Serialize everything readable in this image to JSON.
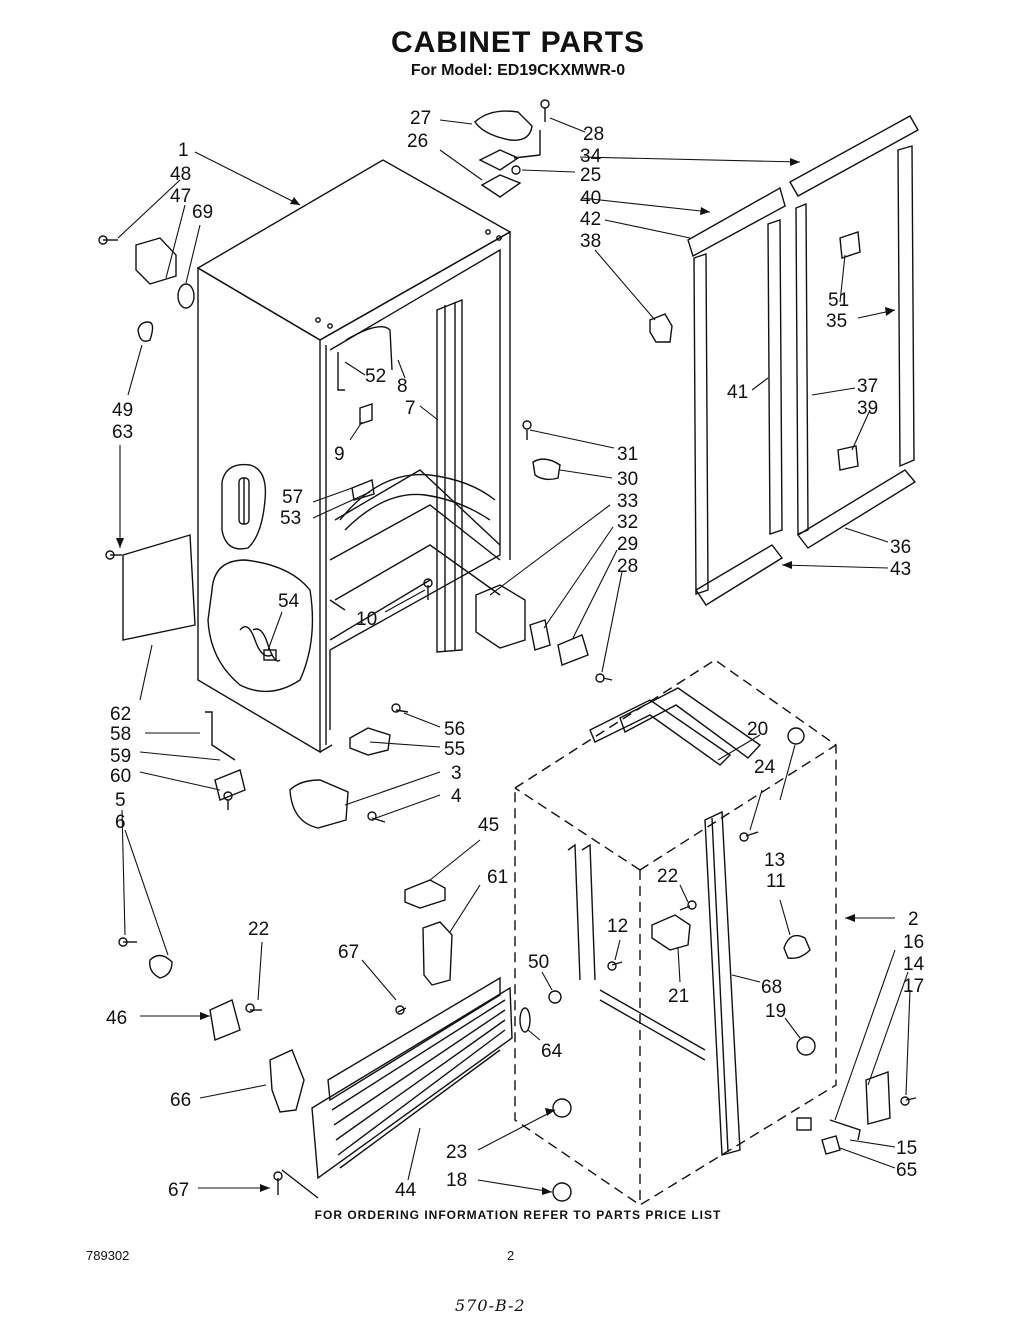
{
  "title": "CABINET PARTS",
  "subtitle": "For Model: ED19CKXMWR-0",
  "callouts": [
    "1",
    "48",
    "47",
    "69",
    "49",
    "63",
    "62",
    "58",
    "59",
    "60",
    "5",
    "6",
    "22",
    "46",
    "66",
    "67",
    "67",
    "44",
    "23",
    "18",
    "27",
    "26",
    "28",
    "34",
    "25",
    "40",
    "42",
    "38",
    "52",
    "8",
    "7",
    "9",
    "57",
    "53",
    "54",
    "10",
    "31",
    "30",
    "33",
    "32",
    "29",
    "28",
    "51",
    "35",
    "41",
    "37",
    "39",
    "36",
    "43",
    "56",
    "55",
    "3",
    "4",
    "45",
    "61",
    "50",
    "64",
    "20",
    "24",
    "13",
    "11",
    "22",
    "12",
    "21",
    "68",
    "19",
    "2",
    "16",
    "14",
    "17",
    "15",
    "65"
  ],
  "footer_note": "FOR ORDERING INFORMATION REFER TO PARTS PRICE LIST",
  "doc_number": "789302",
  "page_number": "2",
  "handwritten_note": "570-B-2"
}
